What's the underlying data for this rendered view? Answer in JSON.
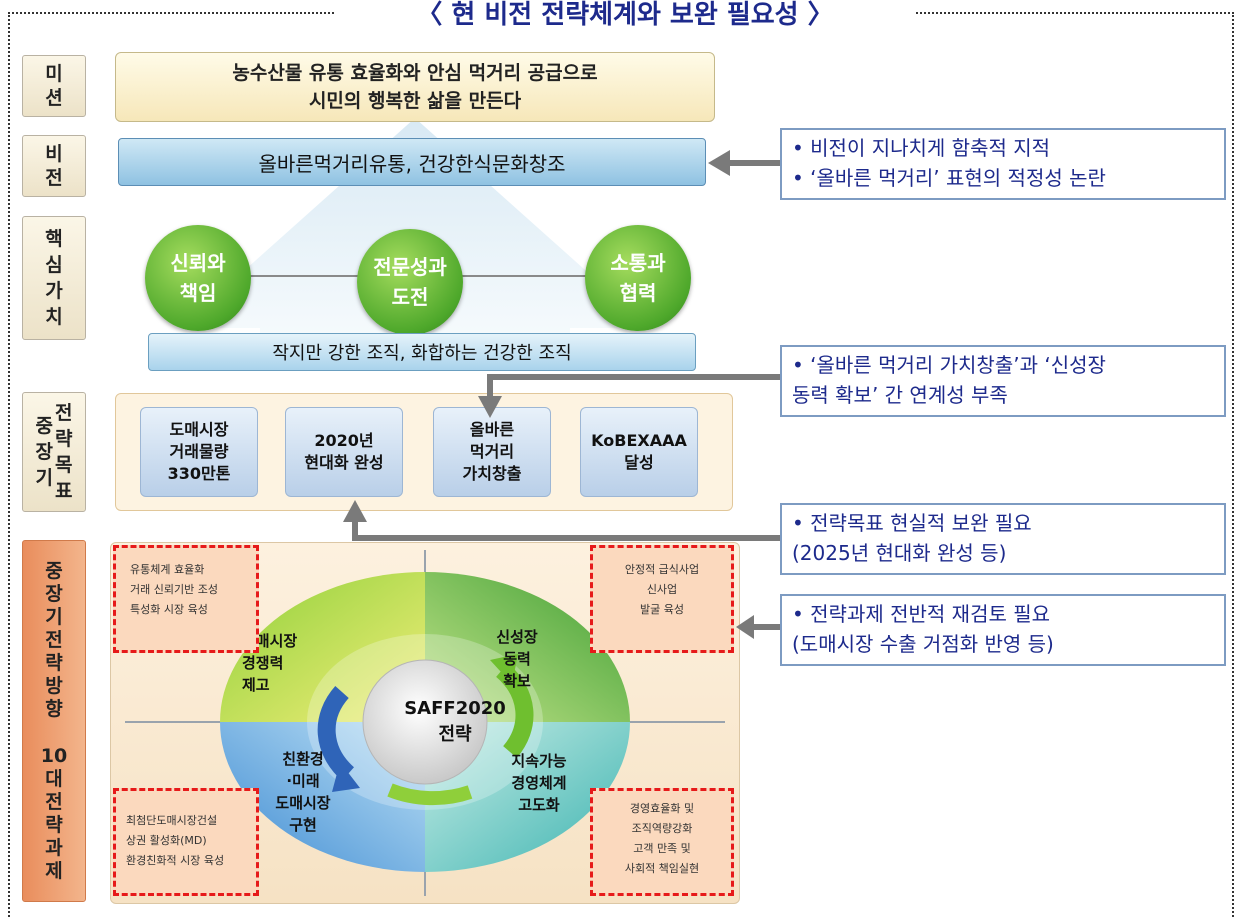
{
  "title": "〈 현 비전 전략체계와 보완 필요성 〉",
  "labels": {
    "mission": "미\n션",
    "vision": "비\n전",
    "core_values": "핵\n심\n가\n치",
    "goals": "중\n장\n기",
    "goals2": "전\n략\n목\n표",
    "direction": "중\n장\n기\n전\n략\n방\n향",
    "tasks": "10\n대\n전\n략\n과\n제"
  },
  "mission": {
    "line1": "농수산물 유통 효율화와 안심 먹거리 공급으로",
    "line2": "시민의 행복한 삶을 만든다"
  },
  "vision": {
    "text": "올바른먹거리유통, 건강한식문화창조"
  },
  "core_values": [
    "신뢰와\n책임",
    "전문성과\n도전",
    "소통과\n협력"
  ],
  "organization": "작지만 강한 조직, 화합하는 건강한 조직",
  "strategic_goals": [
    "도매시장\n거래물량\n330만톤",
    "2020년\n현대화 완성",
    "올바른\n먹거리\n가치창출",
    "KoBEXAAA\n달성"
  ],
  "strategy": {
    "center": "SAFF2020\n전략",
    "segments": [
      "도매시장\n경쟁력\n제고",
      "신성장\n동력\n확보",
      "친환경\n·미래\n도매시장\n구현",
      "지속가능\n경영체계\n고도화"
    ],
    "tasks": {
      "top_left": "유통체계 효율화\n거래 신뢰기반 조성\n특성화 시장 육성",
      "top_right": "안정적 급식사업\n신사업\n발굴 육성",
      "bottom_left": "최첨단도매시장건설\n상권 활성화(MD)\n환경친화적 시장 육성",
      "bottom_right": "경영효율화 및\n조직역량강화\n고객 만족 및\n사회적 책임실현"
    }
  },
  "notes": [
    "• 비전이 지나치게 함축적 지적\n• ‘올바른 먹거리’ 표현의 적정성 논란",
    "• ‘올바른 먹거리 가치창출’과 ‘신성장\n  동력 확보’ 간 연계성 부족",
    "• 전략목표 현실적 보완 필요\n  (2025년 현대화 완성 등)",
    "• 전략과제 전반적 재검토 필요\n  (도매시장 수출 거점화 반영 등)"
  ],
  "colors": {
    "title": "#1d2a8c",
    "value_green": "#4ea82b",
    "dashed_red": "#e61a1a",
    "note_border": "#7d9bc2"
  }
}
